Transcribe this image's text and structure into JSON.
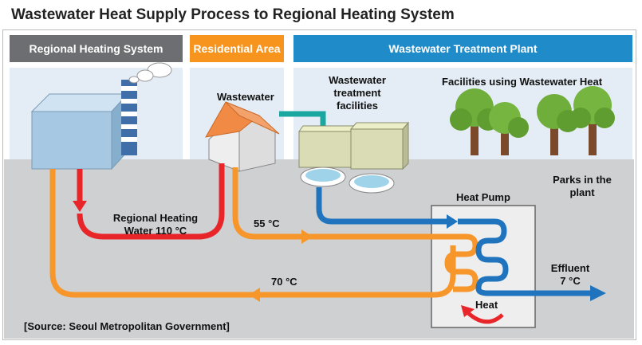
{
  "title": "Wastewater Heat Supply Process to Regional Heating System",
  "sections": {
    "regional": "Regional Heating System",
    "residential": "Residential Area",
    "plant": "Wastewater Treatment Plant"
  },
  "labels": {
    "wastewater": "Wastewater",
    "treatment": [
      "Wastewater",
      "treatment",
      "facilities"
    ],
    "facilities_heat": "Facilities using Wastewater Heat",
    "parks": [
      "Parks in the",
      "plant"
    ],
    "heat_pump": "Heat Pump",
    "regional_water": [
      "Regional Heating",
      "Water 110 °C"
    ],
    "temp_55": "55 °C",
    "temp_70": "70 °C",
    "effluent": [
      "Effluent",
      "7 °C"
    ],
    "heat": "Heat"
  },
  "source": "[Source: Seoul Metropolitan Government]",
  "colors": {
    "band_gray": "#6d6e71",
    "band_orange": "#f7941d",
    "band_blue": "#1f8bc9",
    "pipe_red": "#e8262a",
    "pipe_orange": "#f7962a",
    "pipe_blue": "#1f74bd",
    "pipe_teal": "#1aa7a0"
  }
}
